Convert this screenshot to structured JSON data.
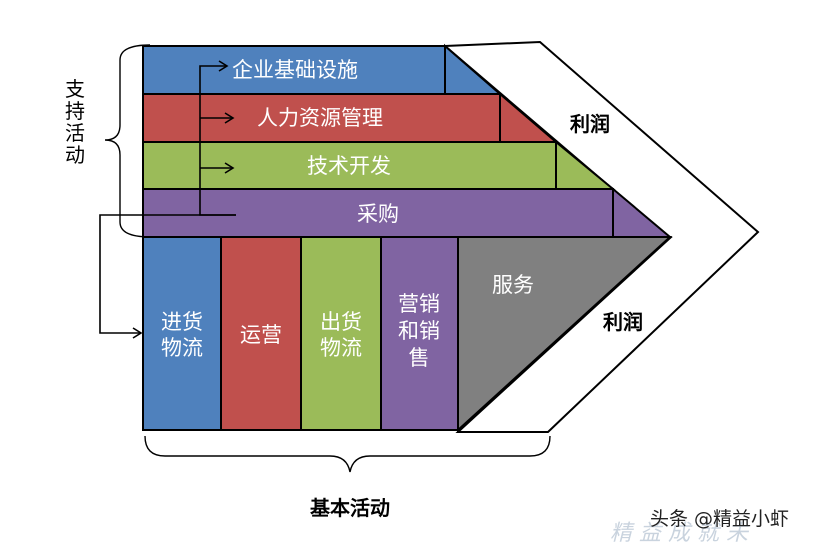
{
  "support_label": [
    "支",
    "持",
    "活",
    "动"
  ],
  "support_rows": [
    {
      "label": "企业基础设施",
      "color": "#4f81bd"
    },
    {
      "label": "人力资源管理",
      "color": "#c0504d"
    },
    {
      "label": "技术开发",
      "color": "#9bbb59"
    },
    {
      "label": "采购",
      "color": "#8064a2"
    }
  ],
  "primary": [
    {
      "lines": [
        "进货",
        "物流"
      ],
      "color": "#4f81bd"
    },
    {
      "lines": [
        "运营"
      ],
      "color": "#c0504d"
    },
    {
      "lines": [
        "出货",
        "物流"
      ],
      "color": "#9bbb59"
    },
    {
      "lines": [
        "营销",
        "和销",
        "售"
      ],
      "color": "#8064a2"
    }
  ],
  "service": {
    "label": "服务",
    "color": "#808080"
  },
  "margin_top": "利润",
  "margin_bottom": "利润",
  "primary_label": "基本活动",
  "watermark": "头条 @精益小虾",
  "watermark_faint": "精 益 成 就 未"
}
